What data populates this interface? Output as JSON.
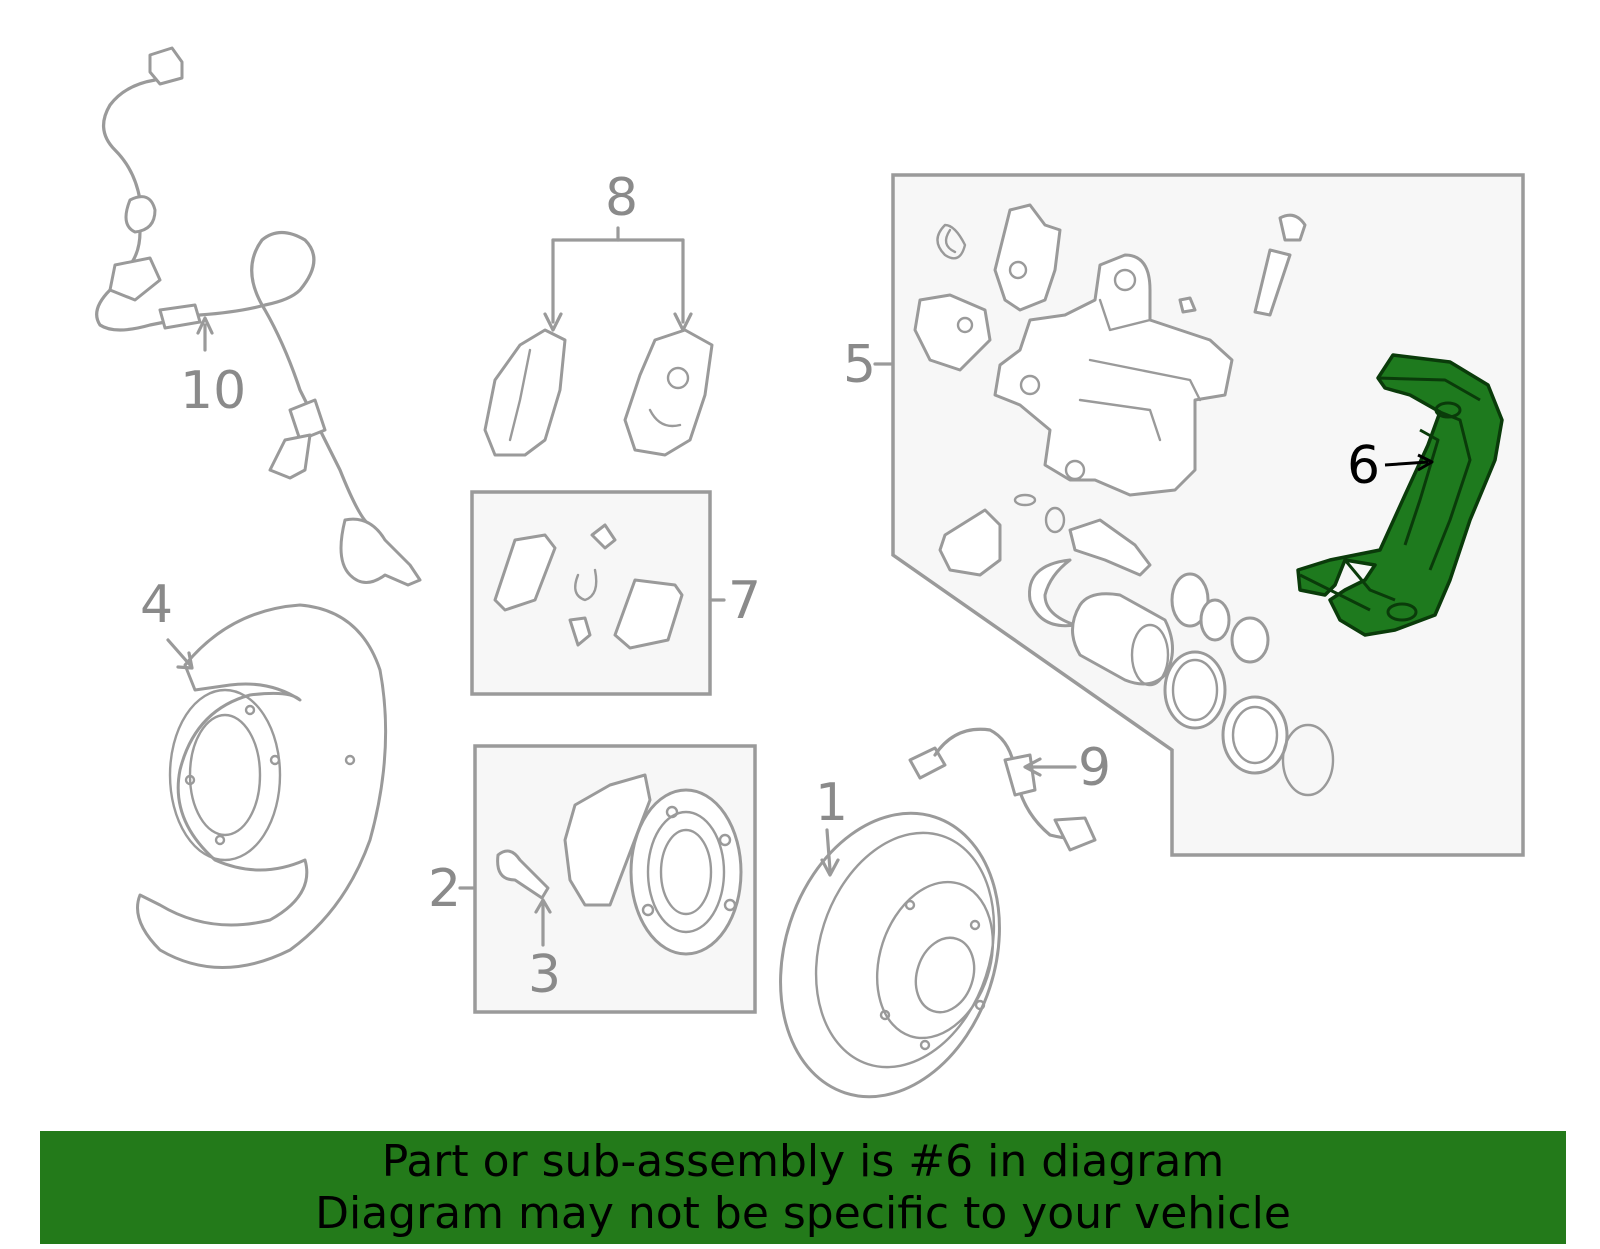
{
  "callouts": {
    "c1": "1",
    "c2": "2",
    "c3": "3",
    "c4": "4",
    "c5": "5",
    "c6": "6",
    "c7": "7",
    "c8": "8",
    "c9": "9",
    "c10": "10"
  },
  "highlighted_part": "6",
  "colors": {
    "line": "#9a9a9a",
    "panel": "#f7f7f7",
    "highlight_fill": "#1e7a1e",
    "banner": "#237a1a"
  },
  "banner": {
    "line1": "Part or sub-assembly is #6 in diagram",
    "line2": "Diagram may not be specific to your vehicle"
  }
}
